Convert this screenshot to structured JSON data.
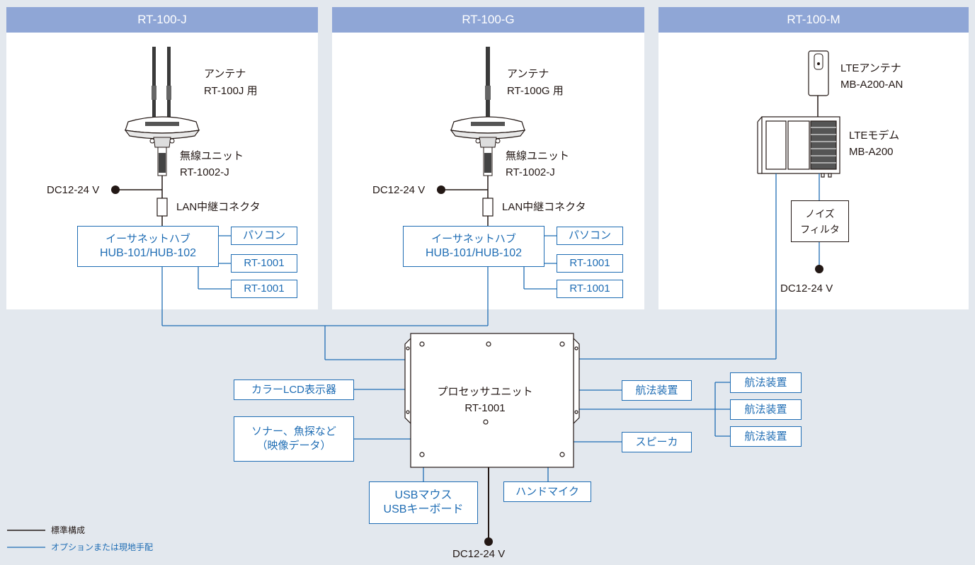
{
  "panels": {
    "j": {
      "title": "RT-100-J"
    },
    "g": {
      "title": "RT-100-G"
    },
    "m": {
      "title": "RT-100-M"
    }
  },
  "j": {
    "antenna": "アンテナ",
    "antenna_model": "RT-100J 用",
    "radio_unit": "無線ユニット",
    "radio_model": "RT-1002-J",
    "dc": "DC12-24 V",
    "lan": "LAN中継コネクタ",
    "hub_line1": "イーサネットハブ",
    "hub_line2": "HUB-101/HUB-102",
    "pc": "パソコン",
    "rt1": "RT-1001",
    "rt2": "RT-1001"
  },
  "g": {
    "antenna": "アンテナ",
    "antenna_model": "RT-100G 用",
    "radio_unit": "無線ユニット",
    "radio_model": "RT-1002-J",
    "dc": "DC12-24 V",
    "lan": "LAN中継コネクタ",
    "hub_line1": "イーサネットハブ",
    "hub_line2": "HUB-101/HUB-102",
    "pc": "パソコン",
    "rt1": "RT-1001",
    "rt2": "RT-1001"
  },
  "m": {
    "lte_antenna": "LTEアンテナ",
    "lte_antenna_model": "MB-A200-AN",
    "lte_modem": "LTEモデム",
    "lte_modem_model": "MB-A200",
    "filter_line1": "ノイズ",
    "filter_line2": "フィルタ",
    "dc": "DC12-24 V"
  },
  "processor": {
    "name": "プロセッサユニット",
    "model": "RT-1001"
  },
  "peripherals": {
    "lcd": "カラーLCD表示器",
    "sonar_line1": "ソナー、魚探など",
    "sonar_line2": "（映像データ）",
    "nav1": "航法装置",
    "nav2": "航法装置",
    "nav3": "航法装置",
    "nav4": "航法装置",
    "speaker": "スピーカ",
    "usb_line1": "USBマウス",
    "usb_line2": "USBキーボード",
    "handmic": "ハンドマイク",
    "dc_bottom": "DC12-24 V"
  },
  "legend": {
    "standard": "標準構成",
    "option": "オプションまたは現地手配"
  },
  "colors": {
    "option_line": "#1f6db4",
    "standard_line": "#231815",
    "panel_header": "#8fa6d6",
    "background": "#e3e8ee"
  }
}
